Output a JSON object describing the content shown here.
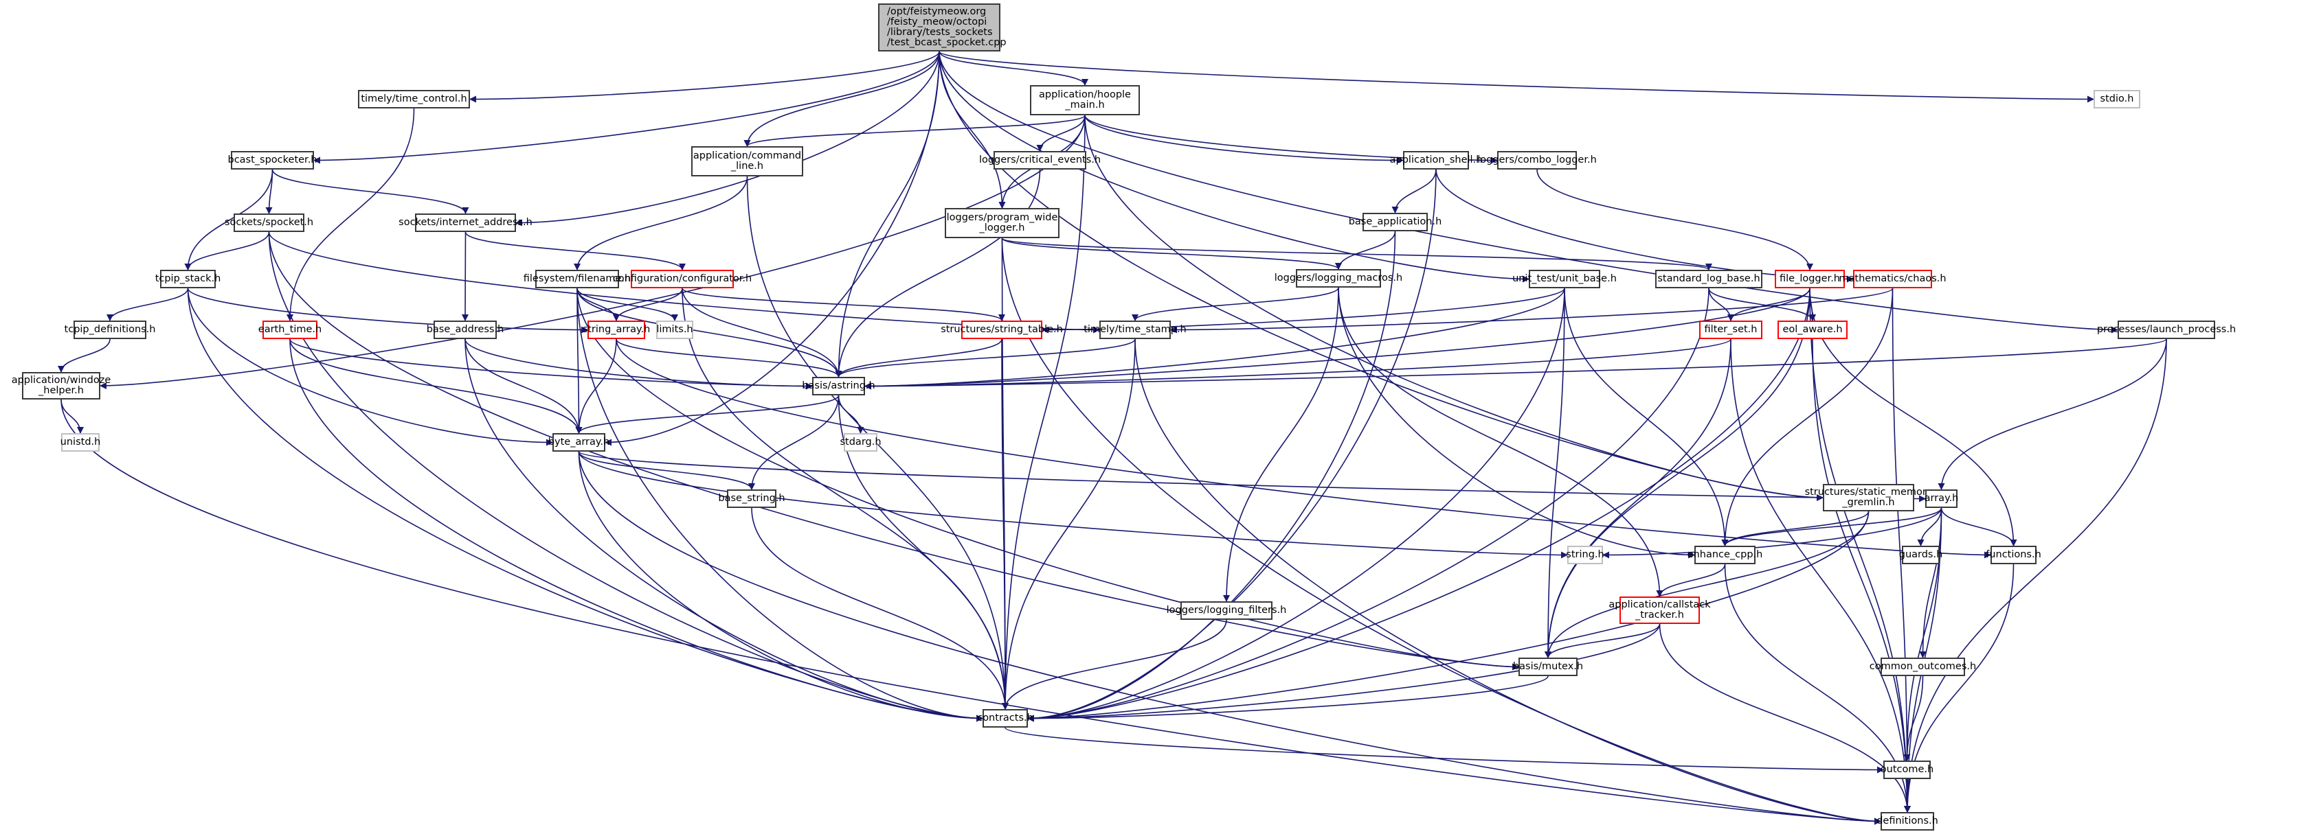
{
  "diagram": {
    "title": "Include dependency graph for test_bcast_spocket.cpp",
    "colors": {
      "edge": "#191970",
      "normal_border": "#3a3a3a",
      "truncated_border": "#ff0000",
      "system_border": "#bfbfbf",
      "root_fill": "#bfbfbf"
    },
    "nodes": [
      {
        "id": "root",
        "label": "/opt/feistymeow.org\n/feisty_meow/octopi\n/library/tests_sockets\n/test_bcast_spocket.cpp",
        "style": "root"
      },
      {
        "id": "time_control",
        "label": "timely/time_control.h",
        "style": "normal"
      },
      {
        "id": "hoople_main",
        "label": "application/hoople\n_main.h",
        "style": "normal"
      },
      {
        "id": "stdio",
        "label": "stdio.h",
        "style": "sys"
      },
      {
        "id": "bcast_spocketer",
        "label": "bcast_spocketer.h",
        "style": "normal"
      },
      {
        "id": "command_line",
        "label": "application/command\n_line.h",
        "style": "normal"
      },
      {
        "id": "critical_events",
        "label": "loggers/critical_events.h",
        "style": "normal"
      },
      {
        "id": "application_shell",
        "label": "application_shell.h",
        "style": "normal"
      },
      {
        "id": "combo_logger",
        "label": "loggers/combo_logger.h",
        "style": "normal"
      },
      {
        "id": "spocket",
        "label": "sockets/spocket.h",
        "style": "normal"
      },
      {
        "id": "internet_address",
        "label": "sockets/internet_address.h",
        "style": "normal"
      },
      {
        "id": "program_wide_logger",
        "label": "loggers/program_wide\n_logger.h",
        "style": "normal"
      },
      {
        "id": "base_application",
        "label": "base_application.h",
        "style": "normal"
      },
      {
        "id": "tcpip_stack",
        "label": "tcpip_stack.h",
        "style": "normal"
      },
      {
        "id": "filename",
        "label": "filesystem/filename.h",
        "style": "normal"
      },
      {
        "id": "configurator",
        "label": "configuration/configurator.h",
        "style": "red"
      },
      {
        "id": "logging_macros",
        "label": "loggers/logging_macros.h",
        "style": "normal"
      },
      {
        "id": "unit_base",
        "label": "unit_test/unit_base.h",
        "style": "normal"
      },
      {
        "id": "standard_log_base",
        "label": "standard_log_base.h",
        "style": "normal"
      },
      {
        "id": "file_logger",
        "label": "file_logger.h",
        "style": "red"
      },
      {
        "id": "chaos",
        "label": "mathematics/chaos.h",
        "style": "red"
      },
      {
        "id": "tcpip_definitions",
        "label": "tcpip_definitions.h",
        "style": "normal"
      },
      {
        "id": "earth_time",
        "label": "earth_time.h",
        "style": "red"
      },
      {
        "id": "base_address",
        "label": "base_address.h",
        "style": "normal"
      },
      {
        "id": "string_array",
        "label": "string_array.h",
        "style": "red"
      },
      {
        "id": "limits",
        "label": "limits.h",
        "style": "sys"
      },
      {
        "id": "string_table",
        "label": "structures/string_table.h",
        "style": "red"
      },
      {
        "id": "time_stamp",
        "label": "timely/time_stamp.h",
        "style": "normal"
      },
      {
        "id": "filter_set",
        "label": "filter_set.h",
        "style": "red"
      },
      {
        "id": "eol_aware",
        "label": "eol_aware.h",
        "style": "red"
      },
      {
        "id": "launch_process",
        "label": "processes/launch_process.h",
        "style": "normal"
      },
      {
        "id": "windoze_helper",
        "label": "application/windoze\n_helper.h",
        "style": "normal"
      },
      {
        "id": "astring",
        "label": "basis/astring.h",
        "style": "normal"
      },
      {
        "id": "unistd",
        "label": "unistd.h",
        "style": "sys"
      },
      {
        "id": "byte_array",
        "label": "byte_array.h",
        "style": "normal"
      },
      {
        "id": "stdarg",
        "label": "stdarg.h",
        "style": "sys"
      },
      {
        "id": "static_memory_gremlin",
        "label": "structures/static_memory\n_gremlin.h",
        "style": "normal"
      },
      {
        "id": "array",
        "label": "array.h",
        "style": "normal"
      },
      {
        "id": "base_string",
        "label": "base_string.h",
        "style": "normal"
      },
      {
        "id": "string_h",
        "label": "string.h",
        "style": "sys"
      },
      {
        "id": "enhance_cpp",
        "label": "enhance_cpp.h",
        "style": "normal"
      },
      {
        "id": "guards",
        "label": "guards.h",
        "style": "normal"
      },
      {
        "id": "functions",
        "label": "functions.h",
        "style": "normal"
      },
      {
        "id": "logging_filters",
        "label": "loggers/logging_filters.h",
        "style": "normal"
      },
      {
        "id": "callstack_tracker",
        "label": "application/callstack\n_tracker.h",
        "style": "red"
      },
      {
        "id": "common_outcomes",
        "label": "common_outcomes.h",
        "style": "normal"
      },
      {
        "id": "mutex",
        "label": "basis/mutex.h",
        "style": "normal"
      },
      {
        "id": "contracts",
        "label": "contracts.h",
        "style": "normal"
      },
      {
        "id": "outcome",
        "label": "outcome.h",
        "style": "normal"
      },
      {
        "id": "definitions",
        "label": "definitions.h",
        "style": "normal"
      }
    ],
    "edges": [
      [
        "root",
        "time_control"
      ],
      [
        "root",
        "hoople_main"
      ],
      [
        "root",
        "stdio"
      ],
      [
        "root",
        "bcast_spocketer"
      ],
      [
        "root",
        "command_line"
      ],
      [
        "root",
        "program_wide_logger"
      ],
      [
        "root",
        "internet_address"
      ],
      [
        "root",
        "astring"
      ],
      [
        "root",
        "byte_array"
      ],
      [
        "root",
        "unit_base"
      ],
      [
        "root",
        "launch_process"
      ],
      [
        "root",
        "static_memory_gremlin"
      ],
      [
        "time_control",
        "earth_time"
      ],
      [
        "hoople_main",
        "command_line"
      ],
      [
        "hoople_main",
        "critical_events"
      ],
      [
        "hoople_main",
        "program_wide_logger"
      ],
      [
        "hoople_main",
        "application_shell"
      ],
      [
        "hoople_main",
        "combo_logger"
      ],
      [
        "hoople_main",
        "windoze_helper"
      ],
      [
        "hoople_main",
        "contracts"
      ],
      [
        "hoople_main",
        "static_memory_gremlin"
      ],
      [
        "bcast_spocketer",
        "spocket"
      ],
      [
        "bcast_spocketer",
        "internet_address"
      ],
      [
        "bcast_spocketer",
        "tcpip_stack"
      ],
      [
        "command_line",
        "filename"
      ],
      [
        "command_line",
        "contracts"
      ],
      [
        "critical_events",
        "astring"
      ],
      [
        "application_shell",
        "base_application"
      ],
      [
        "application_shell",
        "chaos"
      ],
      [
        "application_shell",
        "contracts"
      ],
      [
        "combo_logger",
        "file_logger"
      ],
      [
        "spocket",
        "tcpip_stack"
      ],
      [
        "spocket",
        "time_stamp"
      ],
      [
        "spocket",
        "mutex"
      ],
      [
        "spocket",
        "contracts"
      ],
      [
        "internet_address",
        "base_address"
      ],
      [
        "internet_address",
        "configurator"
      ],
      [
        "program_wide_logger",
        "logging_macros"
      ],
      [
        "program_wide_logger",
        "standard_log_base"
      ],
      [
        "program_wide_logger",
        "contracts"
      ],
      [
        "program_wide_logger",
        "definitions"
      ],
      [
        "base_application",
        "logging_macros"
      ],
      [
        "base_application",
        "contracts"
      ],
      [
        "tcpip_stack",
        "tcpip_definitions"
      ],
      [
        "tcpip_stack",
        "byte_array"
      ],
      [
        "tcpip_stack",
        "string_array"
      ],
      [
        "tcpip_stack",
        "contracts"
      ],
      [
        "filename",
        "string_array"
      ],
      [
        "filename",
        "limits"
      ],
      [
        "filename",
        "byte_array"
      ],
      [
        "filename",
        "astring"
      ],
      [
        "filename",
        "contracts"
      ],
      [
        "filename",
        "mutex"
      ],
      [
        "configurator",
        "string_array"
      ],
      [
        "configurator",
        "string_table"
      ],
      [
        "configurator",
        "astring"
      ],
      [
        "configurator",
        "contracts"
      ],
      [
        "logging_macros",
        "time_stamp"
      ],
      [
        "logging_macros",
        "logging_filters"
      ],
      [
        "logging_macros",
        "callstack_tracker"
      ],
      [
        "logging_macros",
        "enhance_cpp"
      ],
      [
        "unit_base",
        "string_table"
      ],
      [
        "unit_base",
        "astring"
      ],
      [
        "unit_base",
        "mutex"
      ],
      [
        "unit_base",
        "contracts"
      ],
      [
        "unit_base",
        "enhance_cpp"
      ],
      [
        "standard_log_base",
        "filter_set"
      ],
      [
        "standard_log_base",
        "eol_aware"
      ],
      [
        "standard_log_base",
        "contracts"
      ],
      [
        "file_logger",
        "filter_set"
      ],
      [
        "file_logger",
        "eol_aware"
      ],
      [
        "file_logger",
        "astring"
      ],
      [
        "file_logger",
        "mutex"
      ],
      [
        "file_logger",
        "functions"
      ],
      [
        "file_logger",
        "definitions"
      ],
      [
        "file_logger",
        "contracts"
      ],
      [
        "chaos",
        "time_stamp"
      ],
      [
        "chaos",
        "enhance_cpp"
      ],
      [
        "chaos",
        "definitions"
      ],
      [
        "tcpip_definitions",
        "windoze_helper"
      ],
      [
        "earth_time",
        "byte_array"
      ],
      [
        "earth_time",
        "astring"
      ],
      [
        "earth_time",
        "contracts"
      ],
      [
        "base_address",
        "byte_array"
      ],
      [
        "base_address",
        "astring"
      ],
      [
        "base_address",
        "contracts"
      ],
      [
        "string_array",
        "byte_array"
      ],
      [
        "string_array",
        "astring"
      ],
      [
        "string_array",
        "functions"
      ],
      [
        "string_table",
        "astring"
      ],
      [
        "string_table",
        "contracts"
      ],
      [
        "time_stamp",
        "astring"
      ],
      [
        "time_stamp",
        "contracts"
      ],
      [
        "time_stamp",
        "definitions"
      ],
      [
        "filter_set",
        "astring"
      ],
      [
        "filter_set",
        "mutex"
      ],
      [
        "filter_set",
        "definitions"
      ],
      [
        "eol_aware",
        "definitions"
      ],
      [
        "launch_process",
        "astring"
      ],
      [
        "launch_process",
        "array"
      ],
      [
        "launch_process",
        "definitions"
      ],
      [
        "windoze_helper",
        "unistd"
      ],
      [
        "windoze_helper",
        "definitions"
      ],
      [
        "astring",
        "byte_array"
      ],
      [
        "astring",
        "stdarg"
      ],
      [
        "astring",
        "base_string"
      ],
      [
        "astring",
        "contracts"
      ],
      [
        "byte_array",
        "array"
      ],
      [
        "byte_array",
        "base_string"
      ],
      [
        "byte_array",
        "string_h"
      ],
      [
        "byte_array",
        "contracts"
      ],
      [
        "byte_array",
        "definitions"
      ],
      [
        "static_memory_gremlin",
        "enhance_cpp"
      ],
      [
        "static_memory_gremlin",
        "mutex"
      ],
      [
        "static_memory_gremlin",
        "contracts"
      ],
      [
        "array",
        "string_h"
      ],
      [
        "array",
        "enhance_cpp"
      ],
      [
        "array",
        "guards"
      ],
      [
        "array",
        "functions"
      ],
      [
        "array",
        "common_outcomes"
      ],
      [
        "array",
        "outcome"
      ],
      [
        "array",
        "definitions"
      ],
      [
        "base_string",
        "contracts"
      ],
      [
        "enhance_cpp",
        "callstack_tracker"
      ],
      [
        "enhance_cpp",
        "definitions"
      ],
      [
        "functions",
        "definitions"
      ],
      [
        "logging_filters",
        "contracts"
      ],
      [
        "callstack_tracker",
        "mutex"
      ],
      [
        "callstack_tracker",
        "contracts"
      ],
      [
        "callstack_tracker",
        "definitions"
      ],
      [
        "common_outcomes",
        "outcome"
      ],
      [
        "mutex",
        "contracts"
      ],
      [
        "contracts",
        "outcome"
      ],
      [
        "outcome",
        "definitions"
      ]
    ]
  }
}
